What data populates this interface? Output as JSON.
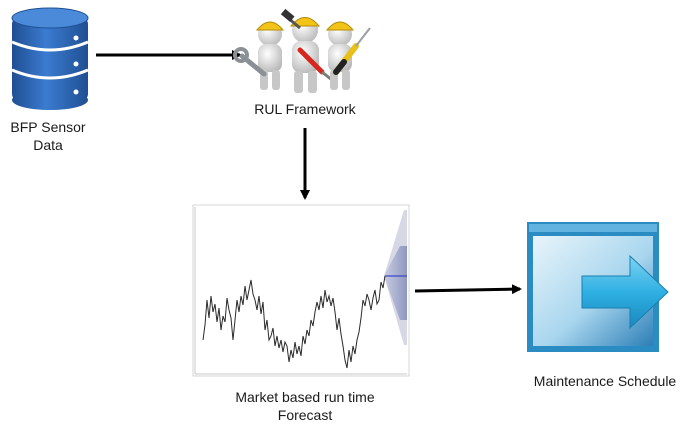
{
  "nodes": {
    "sensor_data": {
      "label_line1": "BFP Sensor",
      "label_line2": "Data",
      "icon": "database-icon"
    },
    "rul_framework": {
      "label": "RUL Framework",
      "icon": "worker-figures-with-tools-icon"
    },
    "forecast": {
      "label_line1": "Market based run time",
      "label_line2": "Forecast",
      "icon": "time-series-forecast-chart"
    },
    "maintenance": {
      "label": "Maintenance Schedule",
      "icon": "window-with-right-arrow-icon"
    }
  },
  "edges": [
    {
      "from": "sensor_data",
      "to": "rul_framework"
    },
    {
      "from": "rul_framework",
      "to": "forecast"
    },
    {
      "from": "forecast",
      "to": "maintenance"
    }
  ],
  "colors": {
    "arrow": "#000000",
    "database": "#2f67b1",
    "helmet": "#f2c318",
    "forecast_fan": "#9ea6c8",
    "forecast_line": "#3b48c9",
    "window_frame": "#2b8cc4",
    "arrow_icon": "#3ab3e0"
  }
}
